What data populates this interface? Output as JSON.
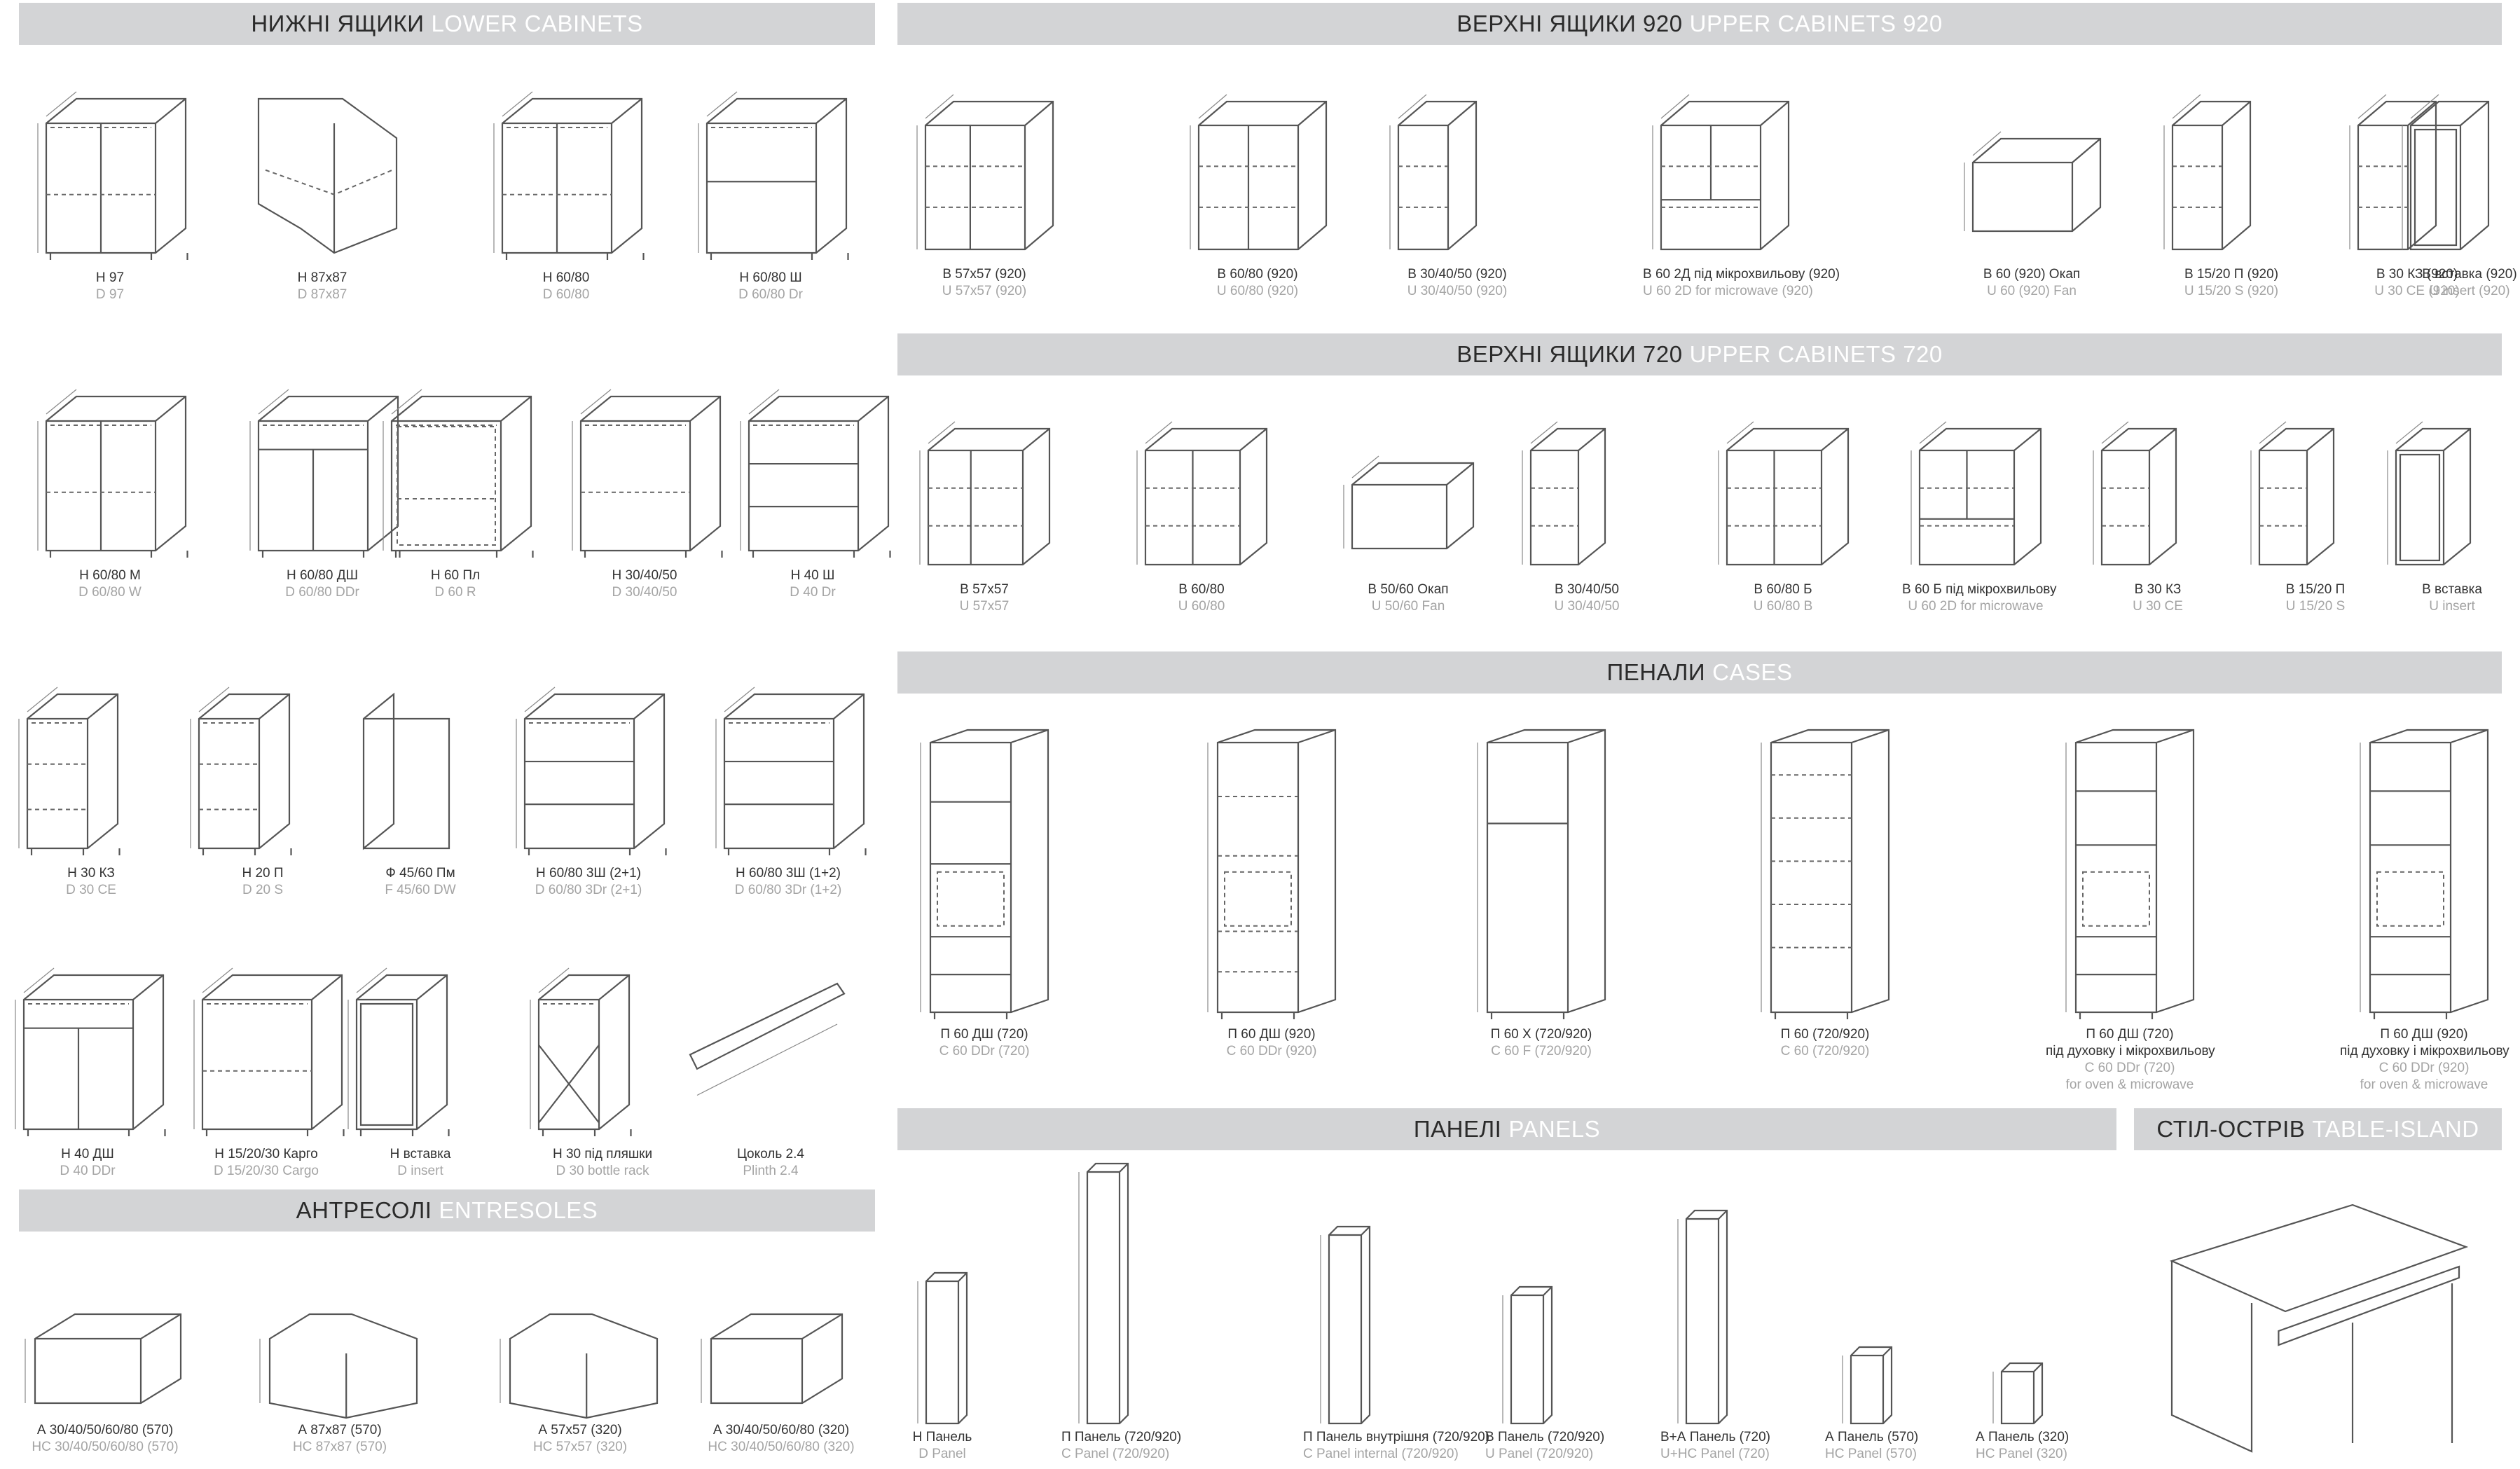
{
  "sections": {
    "lower": {
      "title_ua": "НИЖНІ ЯЩИКИ",
      "title_en": "LOWER CABINETS"
    },
    "upper920": {
      "title_ua": "ВЕРХНІ ЯЩИКИ 920",
      "title_en": "UPPER CABINETS 920"
    },
    "upper720": {
      "title_ua": "ВЕРХНІ ЯЩИКИ 720",
      "title_en": "UPPER CABINETS 720"
    },
    "cases": {
      "title_ua": "ПЕНАЛИ",
      "title_en": "CASES"
    },
    "entresoles": {
      "title_ua": "АНТРЕСОЛІ",
      "title_en": "ENTRESOLES"
    },
    "panels": {
      "title_ua": "ПАНЕЛІ",
      "title_en": "PANELS"
    },
    "island": {
      "title_ua": "СТІЛ-ОСТРІВ",
      "title_en": "TABLE-ISLAND"
    }
  },
  "lower": [
    {
      "ua": "Н 97",
      "en": "D 97",
      "shape": "base2"
    },
    {
      "ua": "Н 87х87",
      "en": "D 87x87",
      "shape": "corner"
    },
    {
      "ua": "Н 60/80",
      "en": "D 60/80",
      "shape": "base2"
    },
    {
      "ua": "Н 60/80 Ш",
      "en": "D 60/80 Dr",
      "shape": "drawer2"
    },
    {
      "ua": "Н 60/80 М",
      "en": "D 60/80 W",
      "shape": "base2"
    },
    {
      "ua": "Н 60/80 ДШ",
      "en": "D 60/80 DDr",
      "shape": "drawerdoor"
    },
    {
      "ua": "Н 60 Пл",
      "en": "D 60 R",
      "shape": "open"
    },
    {
      "ua": "Н 30/40/50",
      "en": "D 30/40/50",
      "shape": "base1"
    },
    {
      "ua": "Н 40 Ш",
      "en": "D 40 Dr",
      "shape": "drawer3"
    },
    {
      "ua": "Н 30 КЗ",
      "en": "D 30 CE",
      "shape": "endround"
    },
    {
      "ua": "Н 20 П",
      "en": "D 20 S",
      "shape": "shelf"
    },
    {
      "ua": "Ф 45/60 Пм",
      "en": "F 45/60 DW",
      "shape": "front"
    },
    {
      "ua": "Н 60/80 3Ш (2+1)",
      "en": "D 60/80 3Dr (2+1)",
      "shape": "drawer3"
    },
    {
      "ua": "Н 60/80 3Ш (1+2)",
      "en": "D 60/80 3Dr (1+2)",
      "shape": "drawer3"
    },
    {
      "ua": "Н 40 ДШ",
      "en": "D 40 DDr",
      "shape": "drawerdoor"
    },
    {
      "ua": "Н 15/20/30 Карго",
      "en": "D 15/20/30 Cargo",
      "shape": "base1"
    },
    {
      "ua": "Н вставка",
      "en": "D insert",
      "shape": "insert"
    },
    {
      "ua": "Н 30 під пляшки",
      "en": "D 30 bottle rack",
      "shape": "bottle"
    },
    {
      "ua": "Цоколь 2.4",
      "en": "Plinth  2.4",
      "shape": "plinth"
    }
  ],
  "upper920": [
    {
      "ua": "В 57х57 (920)",
      "en": "U 57x57 (920)",
      "shape": "ucorner"
    },
    {
      "ua": "В 60/80 (920)",
      "en": "U 60/80 (920)",
      "shape": "u2"
    },
    {
      "ua": "В 30/40/50 (920)",
      "en": "U 30/40/50 (920)",
      "shape": "u1"
    },
    {
      "ua": "В 60 2Д під мікрохвильову (920)",
      "en": "U 60 2D for microwave (920)",
      "shape": "umw"
    },
    {
      "ua": "В 60 (920) Окап",
      "en": "U 60 (920) Fan",
      "shape": "ubox"
    },
    {
      "ua": "В 15/20 П (920)",
      "en": "U 15/20 S (920)",
      "shape": "ushelf"
    },
    {
      "ua": "В 30 КЗ (920)",
      "en": "U 30 CE (920)",
      "shape": "uround"
    },
    {
      "ua": "В вставка (920)",
      "en": "U insert (920)",
      "shape": "uinsert"
    }
  ],
  "upper720": [
    {
      "ua": "В 57х57",
      "en": "U 57x57",
      "shape": "ucorner"
    },
    {
      "ua": "В 60/80",
      "en": "U 60/80",
      "shape": "u2"
    },
    {
      "ua": "В 50/60 Окап",
      "en": "U 50/60 Fan",
      "shape": "ubox"
    },
    {
      "ua": "В 30/40/50",
      "en": "U 30/40/50",
      "shape": "u1"
    },
    {
      "ua": "В 60/80 Б",
      "en": "U 60/80 B",
      "shape": "u2"
    },
    {
      "ua": "В 60 Б під мікрохвильову",
      "en": "U 60 2D for microwave",
      "shape": "umw"
    },
    {
      "ua": "В 30 КЗ",
      "en": "U 30 CE",
      "shape": "uround"
    },
    {
      "ua": "В 15/20 П",
      "en": "U 15/20 S",
      "shape": "ushelf"
    },
    {
      "ua": "В вставка",
      "en": "U insert",
      "shape": "uinsert"
    }
  ],
  "cases": [
    {
      "ua": "П 60 ДШ (720)",
      "en": "C 60 DDr (720)"
    },
    {
      "ua": "П 60 ДШ (920)",
      "en": "C 60 DDr (920)"
    },
    {
      "ua": "П 60 Х (720/920)",
      "en": "C 60 F (720/920)"
    },
    {
      "ua": "П 60 (720/920)",
      "en": "C 60 (720/920)"
    },
    {
      "ua": "П 60 ДШ (720)",
      "en": "C 60 DDr (720)",
      "ua2": "під духовку і мікрохвильову",
      "en2": "for oven & microwave"
    },
    {
      "ua": "П 60 ДШ (920)",
      "en": "C 60 DDr (920)",
      "ua2": "під духовку і мікрохвильову",
      "en2": "for oven & microwave"
    }
  ],
  "entresoles": [
    {
      "ua": "А 30/40/50/60/80 (570)",
      "en": "НС 30/40/50/60/80 (570)"
    },
    {
      "ua": "А 87х87 (570)",
      "en": "НС 87х87 (570)"
    },
    {
      "ua": "А 57х57 (320)",
      "en": "НС 57х57 (320)"
    },
    {
      "ua": "А 30/40/50/60/80 (320)",
      "en": "НС 30/40/50/60/80 (320)"
    }
  ],
  "panels": [
    {
      "ua": "Н Панель",
      "en": "D Panel"
    },
    {
      "ua": "П Панель (720/920)",
      "en": "C Panel (720/920)"
    },
    {
      "ua": "П Панель внутрішня (720/920)",
      "en": "C Panel internal (720/920)"
    },
    {
      "ua": "В Панель (720/920)",
      "en": "U Panel (720/920)"
    },
    {
      "ua": "В+А Панель (720)",
      "en": "U+HC Panel (720)"
    },
    {
      "ua": "А Панель (570)",
      "en": "HC Panel (570)"
    },
    {
      "ua": "А Панель (320)",
      "en": "HC Panel (320)"
    }
  ],
  "colors": {
    "band": "#d3d4d6",
    "band_text": "#2b2b2b",
    "band_accent": "#ffffff",
    "caption": "#333333",
    "caption_en": "#a4a4a4",
    "line": "#555555"
  }
}
